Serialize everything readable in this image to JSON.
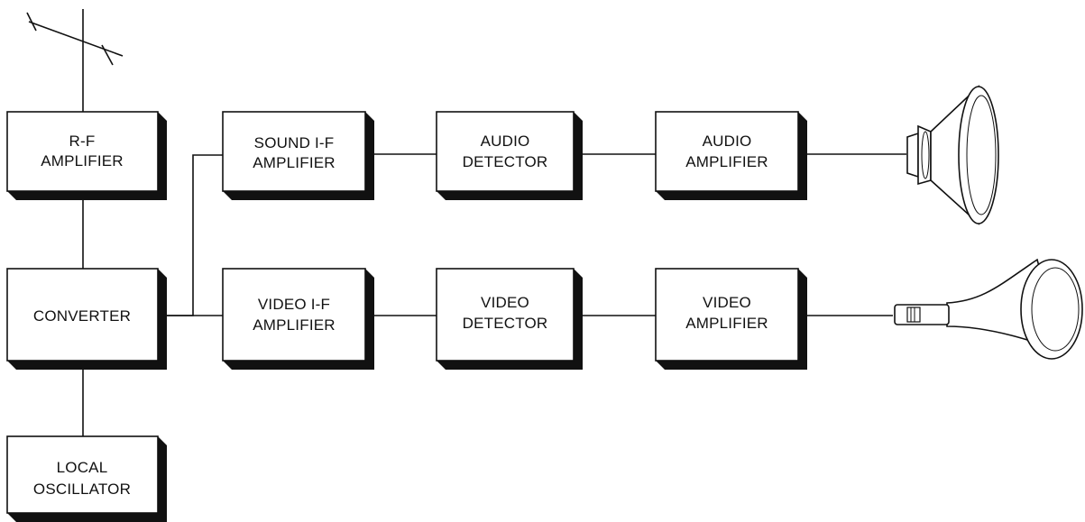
{
  "blocks": {
    "rf_amplifier": {
      "line1": "R-F",
      "line2": "AMPLIFIER"
    },
    "converter": {
      "line1": "CONVERTER"
    },
    "local_oscillator": {
      "line1": "LOCAL",
      "line2": "OSCILLATOR"
    },
    "sound_if": {
      "line1": "SOUND I-F",
      "line2": "AMPLIFIER"
    },
    "video_if": {
      "line1": "VIDEO I-F",
      "line2": "AMPLIFIER"
    },
    "audio_detector": {
      "line1": "AUDIO",
      "line2": "DETECTOR"
    },
    "video_detector": {
      "line1": "VIDEO",
      "line2": "DETECTOR"
    },
    "audio_amplifier": {
      "line1": "AUDIO",
      "line2": "AMPLIFIER"
    },
    "video_amplifier": {
      "line1": "VIDEO",
      "line2": "AMPLIFIER"
    }
  },
  "colors": {
    "ink": "#111111",
    "paper": "#ffffff"
  },
  "icons": [
    "antenna-icon",
    "loudspeaker-icon",
    "picture-tube-icon"
  ]
}
